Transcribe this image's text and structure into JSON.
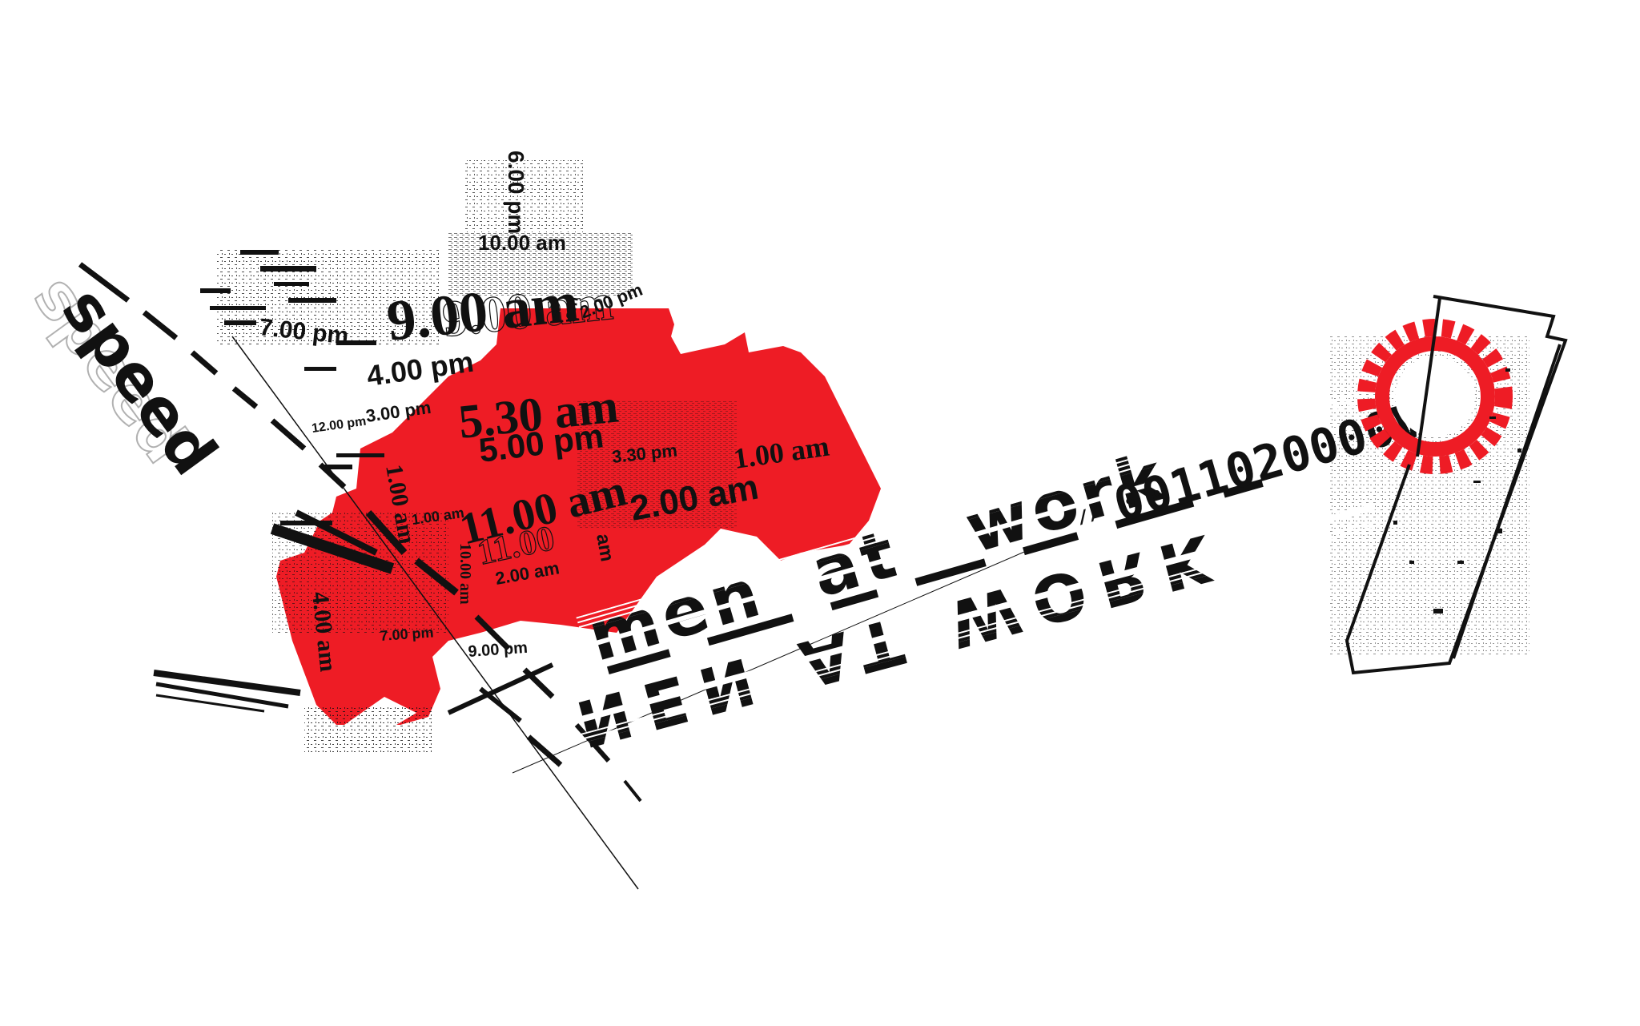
{
  "colors": {
    "accent": "#ee1c25",
    "ink": "#111111",
    "paper": "#ffffff"
  },
  "headline": {
    "word_speed": "speed",
    "word_men": "men",
    "word_at": "at",
    "word_work": "work",
    "code": "0011020000V",
    "code_prefix": "//",
    "mirrored": "NEN AT WORK"
  },
  "times": {
    "t_6pm": "6.00 pm",
    "t_10am": "10.00 am",
    "t_2pm_top": "2.00 pm",
    "t_7pm": "7.00 pm",
    "t_9am": "9.00 am",
    "t_4pm": "4.00 pm",
    "t_12pm": "12.00 pm",
    "t_3pm": "3.00 pm",
    "t_530am": "5.30 am",
    "t_500pm": "5.00 pm",
    "t_330pm": "3.30 pm",
    "t_1am": "1.00 am",
    "t_2am": "2.00 am",
    "t_11am": "11.00 am",
    "t_1100": "11.00",
    "t_100a": "1.00 am",
    "t_100b": "1.00 am",
    "t_400am": "4.00 am",
    "t_200am": "2.00 am",
    "t_10am_b": "10.00 am",
    "t_7pm_b": "7.00 pm",
    "t_9pm": "9.00 pm",
    "t_am": "am"
  },
  "logo": {
    "icon": "gear-badge-icon"
  }
}
